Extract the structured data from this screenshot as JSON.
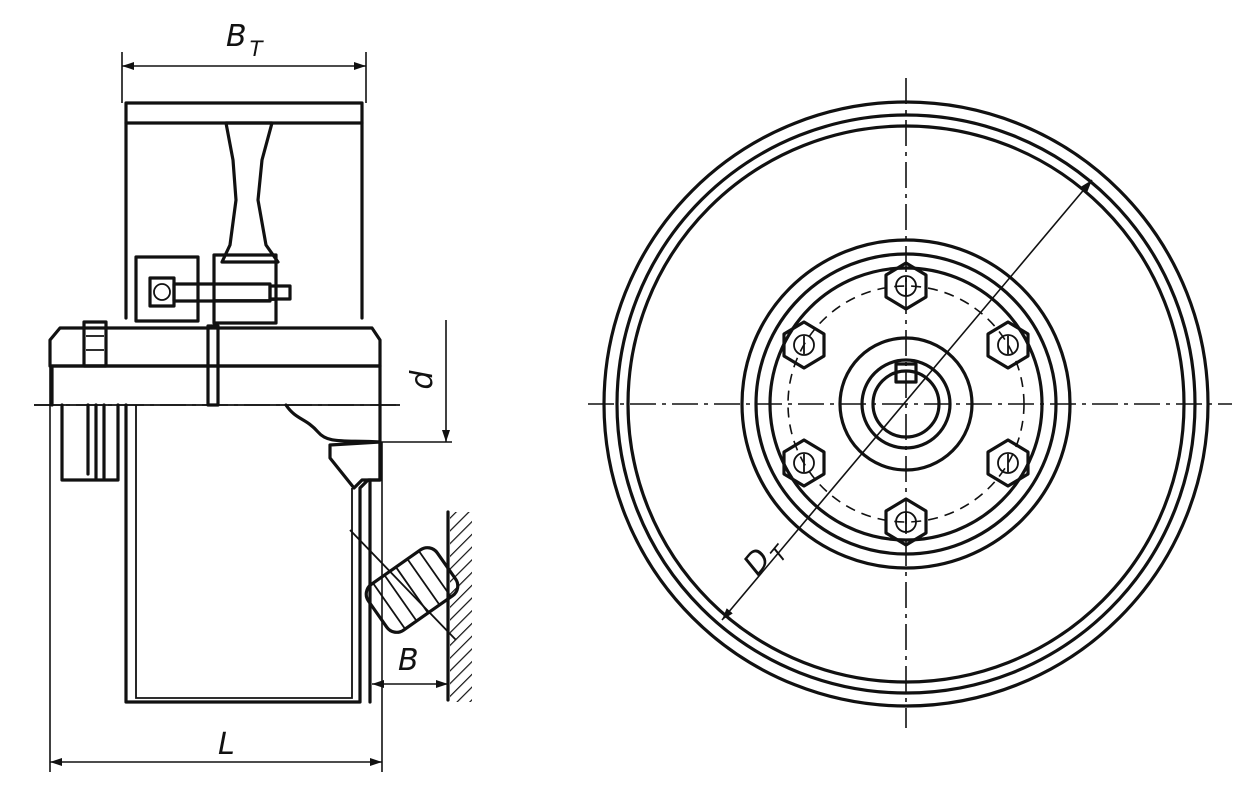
{
  "labels": {
    "bt": {
      "main": "B",
      "sub": "T"
    },
    "d": {
      "main": "d"
    },
    "b": {
      "main": "B"
    },
    "l": {
      "main": "L"
    },
    "dt": {
      "main": "D",
      "sub": "T"
    }
  }
}
